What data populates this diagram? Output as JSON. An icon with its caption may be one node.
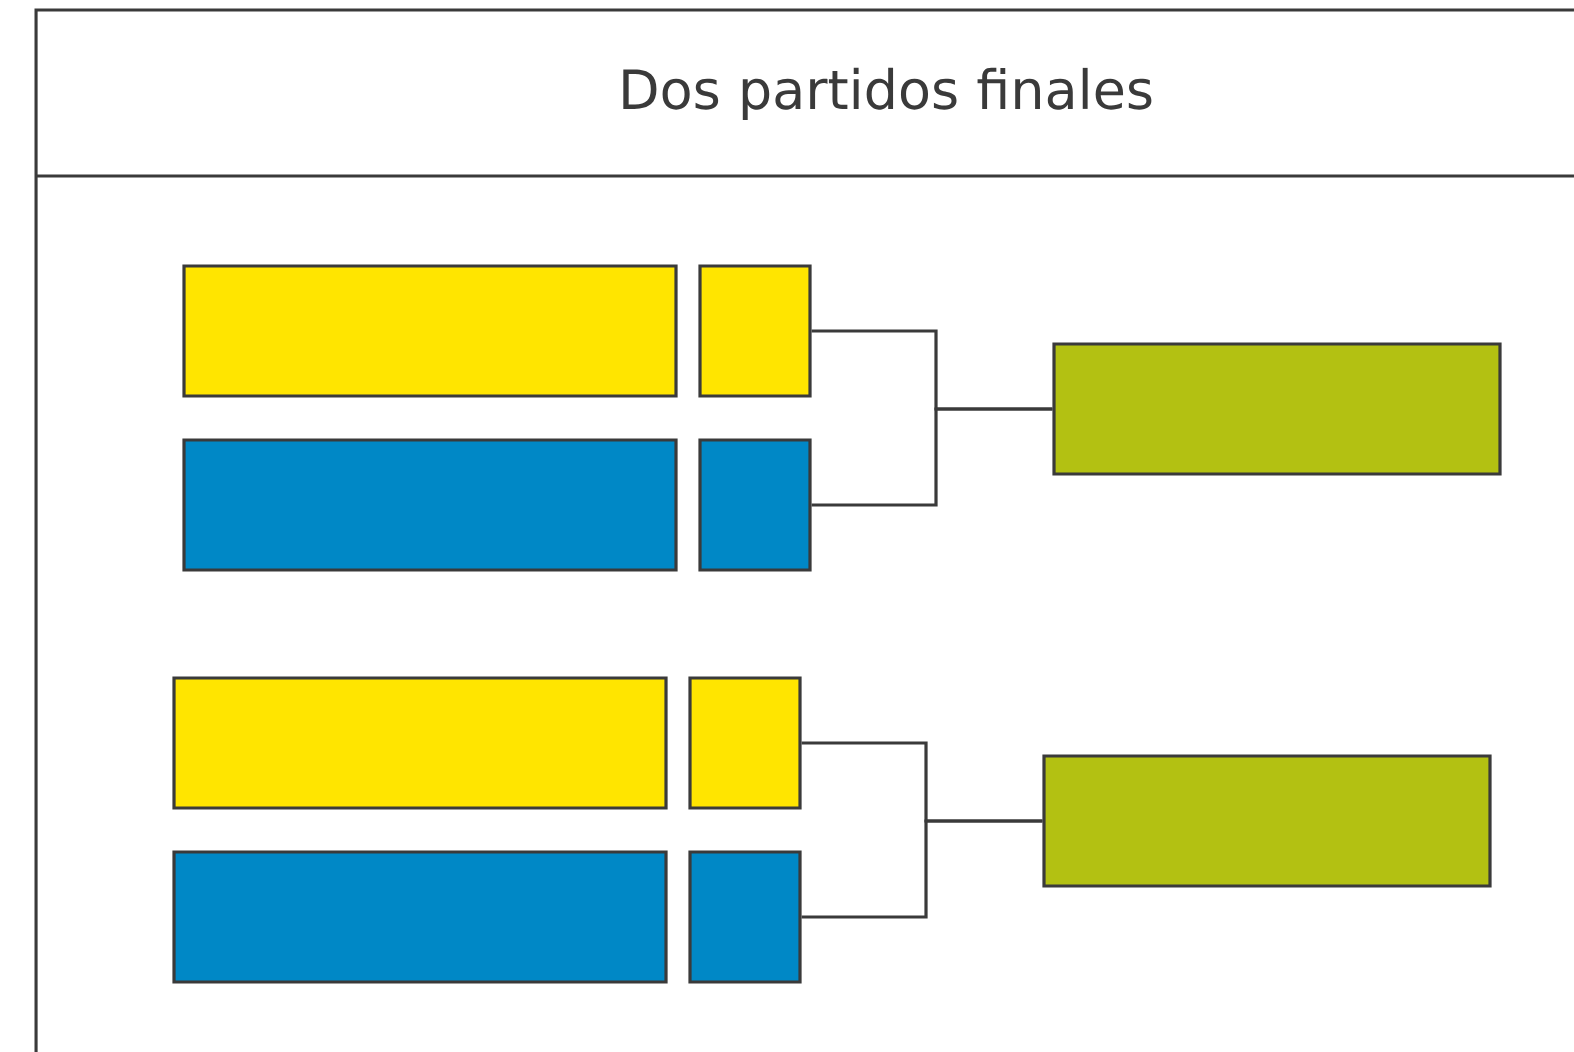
{
  "diagram": {
    "title": "Dos partidos finales",
    "nodes": [
      {
        "text": [],
        "shape": "box"
      },
      {
        "text": [],
        "shape": "box"
      },
      {
        "text": [],
        "shape": "box"
      },
      {
        "text": [],
        "shape": "box"
      },
      {
        "text": [],
        "shape": "box"
      },
      {
        "text": [],
        "shape": "box"
      },
      {
        "text": [],
        "shape": "box"
      },
      {
        "text": [],
        "shape": "box"
      },
      {
        "text": [],
        "shape": "box"
      },
      {
        "text": [],
        "shape": "box"
      }
    ],
    "edges": [
      {
        "from": 1,
        "to": 2,
        "arrow": "none"
      },
      {
        "from": 4,
        "to": 2,
        "arrow": "none"
      },
      {
        "from": 6,
        "to": 7,
        "arrow": "none"
      },
      {
        "from": 9,
        "to": 7,
        "arrow": "none"
      }
    ]
  }
}
